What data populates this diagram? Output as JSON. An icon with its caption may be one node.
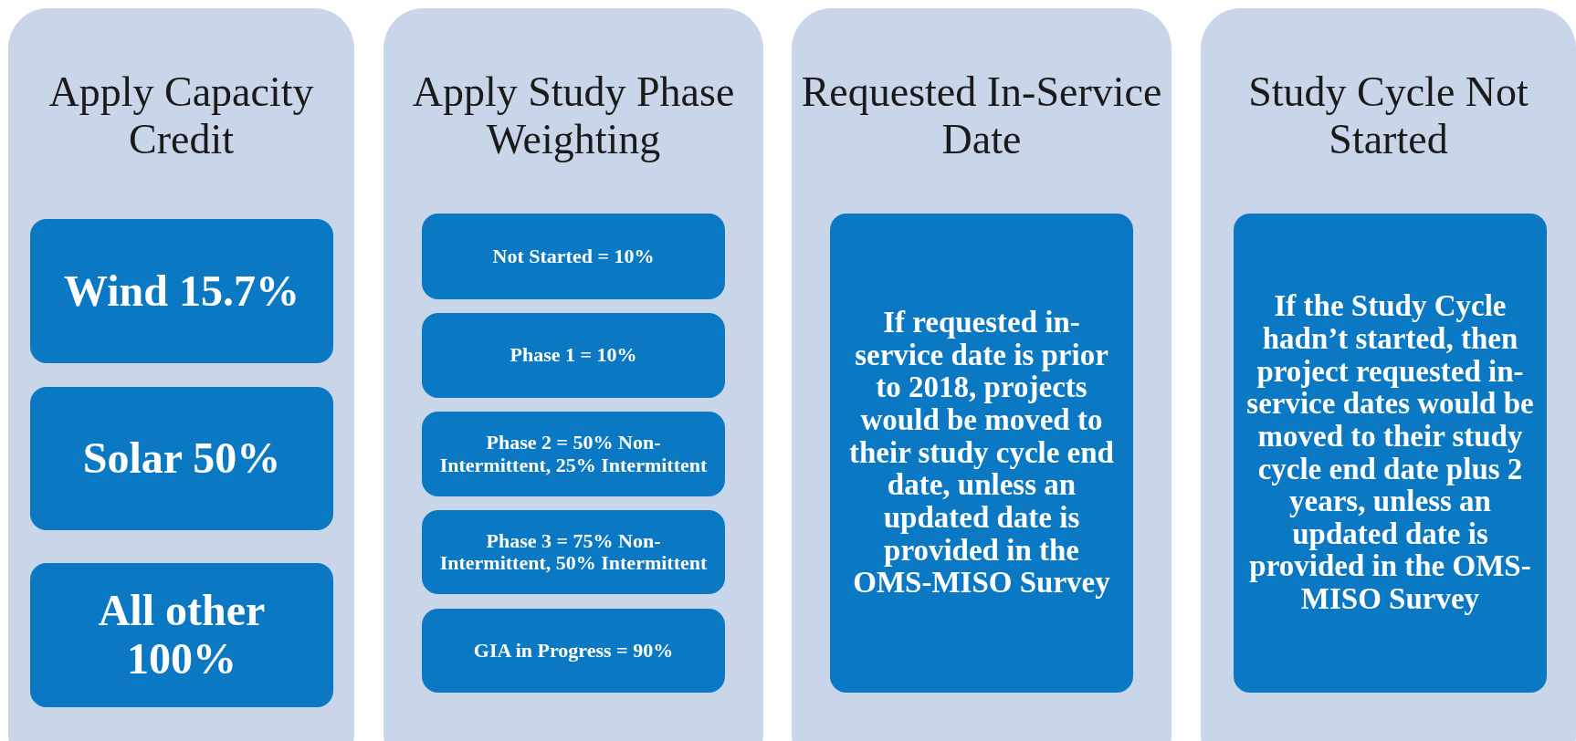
{
  "diagram": {
    "nodes": [
      {
        "text": [
          "Apply Capacity Credit"
        ]
      },
      {
        "text": [
          "Wind 15.7%"
        ],
        "in": 0
      },
      {
        "text": [
          "Solar 50%"
        ],
        "in": 0
      },
      {
        "text": [
          "All other 100%"
        ],
        "in": 0
      },
      {
        "text": [
          "Apply Study Phase Weighting"
        ]
      },
      {
        "text": [
          "Not Started = 10%"
        ],
        "in": 4
      },
      {
        "text": [
          "Phase 1 = 10%"
        ],
        "in": 4
      },
      {
        "text": [
          "Phase 2 = 50% Non-Intermittent, 25% Intermittent"
        ],
        "in": 4
      },
      {
        "text": [
          "Phase 3 = 75% Non-Intermittent, 50% Intermittent"
        ],
        "in": 4
      },
      {
        "text": [
          "GIA  in Progress = 90%"
        ],
        "in": 4
      },
      {
        "text": [
          "Requested In-Service Date"
        ]
      },
      {
        "text": [
          "If requested in-service date is prior to 2018, projects would be moved to their study cycle end date, unless an updated date is provided in the OMS-MISO Survey"
        ],
        "in": 10
      },
      {
        "text": [
          "Study Cycle Not Started"
        ]
      },
      {
        "text": [
          "If the Study Cycle hadn’t started, then project requested in-service dates would be moved to their study cycle end date plus 2 years, unless an updated date is provided in the OMS-MISO Survey"
        ],
        "in": 12
      }
    ],
    "edges": []
  }
}
